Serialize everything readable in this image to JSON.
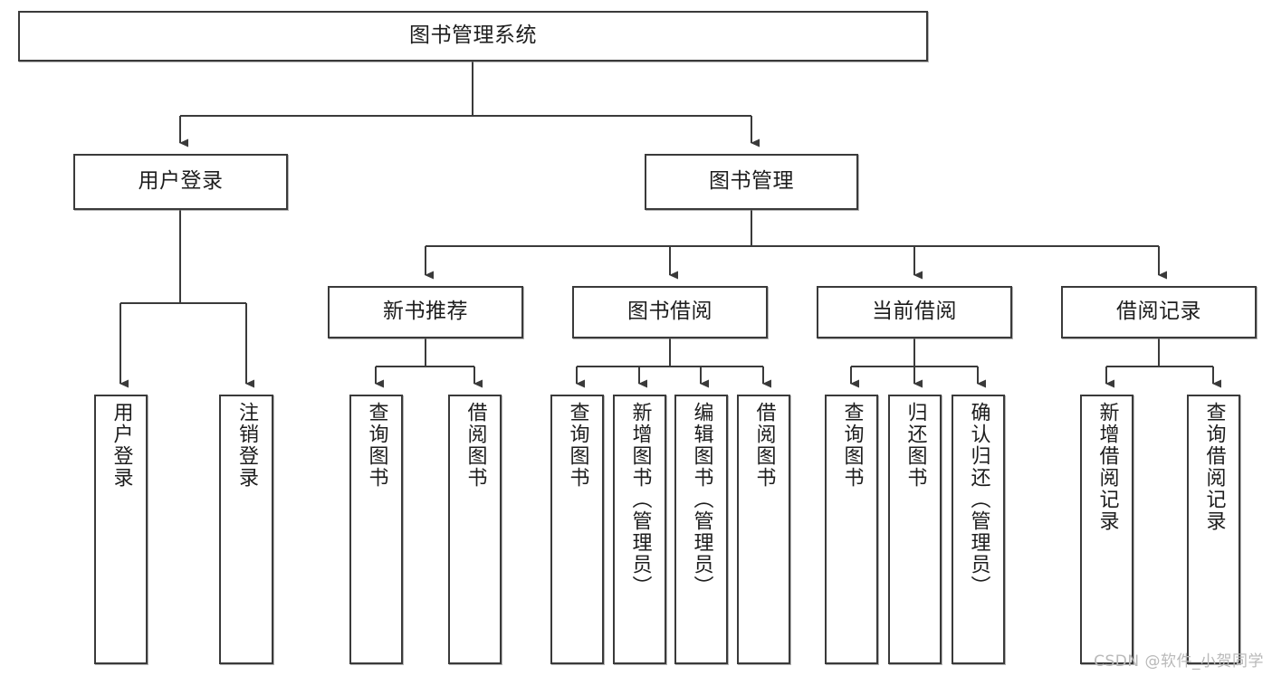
{
  "diagram": {
    "title": "图书管理系统",
    "type": "tree-hierarchy-diagram",
    "colors": {
      "box_border": "#3a3a3a",
      "box_fill": "#ffffff",
      "connector": "#3a3a3a",
      "text": "#1d1d1d",
      "watermark": "#b9b9b9"
    },
    "root": {
      "id": "root",
      "label": "图书管理系统",
      "orientation": "horizontal"
    },
    "level2": [
      {
        "id": "user-login",
        "label": "用户登录",
        "orientation": "horizontal"
      },
      {
        "id": "book-management",
        "label": "图书管理",
        "orientation": "horizontal"
      }
    ],
    "level3": [
      {
        "id": "new-book-recommend",
        "label": "新书推荐",
        "orientation": "horizontal",
        "parent": "book-management"
      },
      {
        "id": "book-borrow",
        "label": "图书借阅",
        "orientation": "horizontal",
        "parent": "book-management"
      },
      {
        "id": "current-borrow",
        "label": "当前借阅",
        "orientation": "horizontal",
        "parent": "book-management"
      },
      {
        "id": "borrow-record",
        "label": "借阅记录",
        "orientation": "horizontal",
        "parent": "book-management"
      }
    ],
    "leaves": {
      "user_login": [
        {
          "id": "leaf-user-login",
          "label": "用户登录",
          "orientation": "vertical"
        },
        {
          "id": "leaf-user-logout",
          "label": "注销登录",
          "orientation": "vertical"
        }
      ],
      "new_book_recommend": [
        {
          "id": "leaf-query-book-1",
          "label": "查询图书",
          "orientation": "vertical"
        },
        {
          "id": "leaf-borrow-book-1",
          "label": "借阅图书",
          "orientation": "vertical"
        }
      ],
      "book_borrow": [
        {
          "id": "leaf-query-book-2",
          "label": "查询图书",
          "orientation": "vertical"
        },
        {
          "id": "leaf-add-book",
          "label": "新增图书（管理员）",
          "orientation": "vertical"
        },
        {
          "id": "leaf-edit-book",
          "label": "编辑图书（管理员）",
          "orientation": "vertical"
        },
        {
          "id": "leaf-borrow-book-2",
          "label": "借阅图书",
          "orientation": "vertical"
        }
      ],
      "current_borrow": [
        {
          "id": "leaf-query-book-3",
          "label": "查询图书",
          "orientation": "vertical"
        },
        {
          "id": "leaf-return-book",
          "label": "归还图书",
          "orientation": "vertical"
        },
        {
          "id": "leaf-confirm-return",
          "label": "确认归还（管理员）",
          "orientation": "vertical"
        }
      ],
      "borrow_record": [
        {
          "id": "leaf-add-record",
          "label": "新增借阅记录",
          "orientation": "vertical"
        },
        {
          "id": "leaf-query-record",
          "label": "查询借阅记录",
          "orientation": "vertical"
        }
      ]
    },
    "watermark": "CSDN @软件_小贺同学"
  }
}
